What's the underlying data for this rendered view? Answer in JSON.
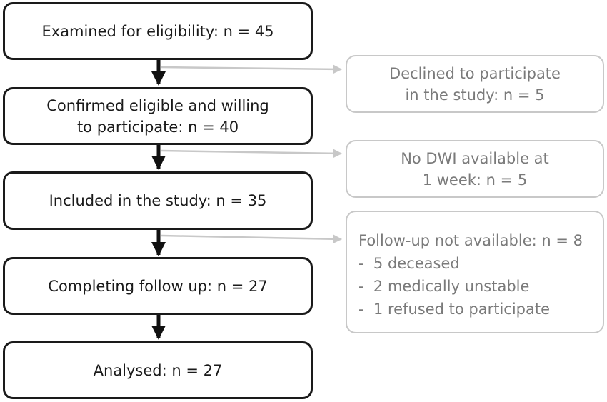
{
  "flow": {
    "main": [
      {
        "lines": [
          "Examined for eligibility: n = 45"
        ]
      },
      {
        "lines": [
          "Confirmed eligible and willing",
          "to participate: n = 40"
        ]
      },
      {
        "lines": [
          "Included in the study: n = 35"
        ]
      },
      {
        "lines": [
          "Completing follow up: n = 27"
        ]
      },
      {
        "lines": [
          "Analysed: n = 27"
        ]
      }
    ],
    "side": [
      {
        "lines": [
          "Declined to participate",
          "in the study: n = 5"
        ]
      },
      {
        "lines": [
          "No DWI available at",
          "1 week: n = 5"
        ]
      },
      {
        "title": "Follow-up not available: n = 8",
        "items": [
          "-  5 deceased",
          "-  2 medically unstable",
          "-  1 refused to participate"
        ]
      }
    ]
  },
  "colors": {
    "main_border": "#1a1a1a",
    "side_border": "#c8c8c8",
    "side_text": "#7a7a7a",
    "arrow": "#111111",
    "side_arrow": "#c8c8c8"
  }
}
